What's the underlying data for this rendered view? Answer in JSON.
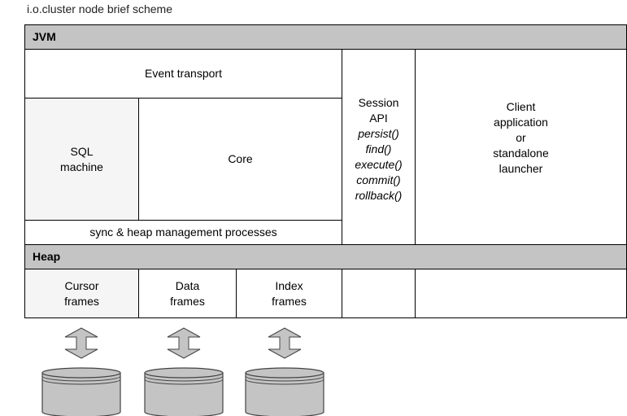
{
  "title": "i.o.cluster node brief scheme",
  "jvm": {
    "header": "JVM",
    "event_transport": "Event transport",
    "sql_machine": [
      "SQL",
      "machine"
    ],
    "core": "Core",
    "sync": "sync & heap management processes",
    "session_api": {
      "title": [
        "Session",
        "API"
      ],
      "methods": [
        "persist()",
        "find()",
        "execute()",
        "commit()",
        "rollback()"
      ]
    },
    "client": [
      "Client",
      "application",
      "or",
      "standalone",
      "launcher"
    ]
  },
  "heap": {
    "header": "Heap",
    "frames": [
      {
        "line1": "Cursor",
        "line2": "frames"
      },
      {
        "line1": "Data",
        "line2": "frames"
      },
      {
        "line1": "Index",
        "line2": "frames"
      }
    ]
  },
  "storage": {
    "disk_count": 3,
    "arrow_icon": "double-arrow-vertical",
    "disk_icon": "database-cylinder",
    "fill_color": "#c4c4c4"
  }
}
